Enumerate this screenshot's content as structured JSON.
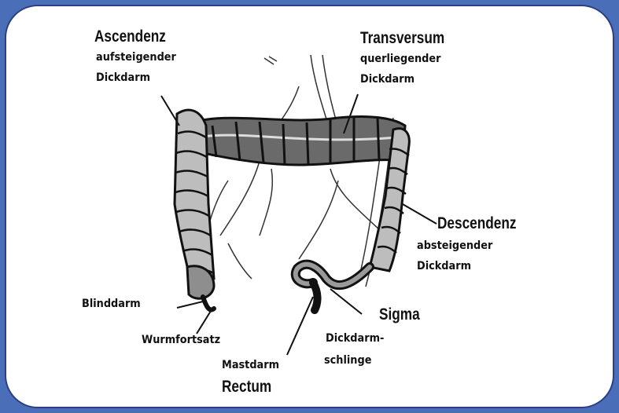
{
  "labels": {
    "ascendenz": {
      "title": "Ascendenz",
      "line1": "aufsteigender",
      "line2": "Dickdarm"
    },
    "transversum": {
      "title": "Transversum",
      "line1": "querliegender",
      "line2": "Dickdarm"
    },
    "descendenz": {
      "title": "Descendenz",
      "line1": "absteigender",
      "line2": "Dickdarm"
    },
    "blinddarm": "Blinddarm",
    "wurmfortsatz": "Wurmfortsatz",
    "sigma": {
      "title": "Sigma",
      "line1": "Dickdarm-",
      "line2": "schlinge"
    },
    "rectum": {
      "line1": "Mastdarm",
      "title": "Rectum"
    }
  },
  "colors": {
    "background": "#4a6fb8",
    "card": "#ffffff",
    "card_border": "#2c3f86",
    "ink": "#111111"
  }
}
